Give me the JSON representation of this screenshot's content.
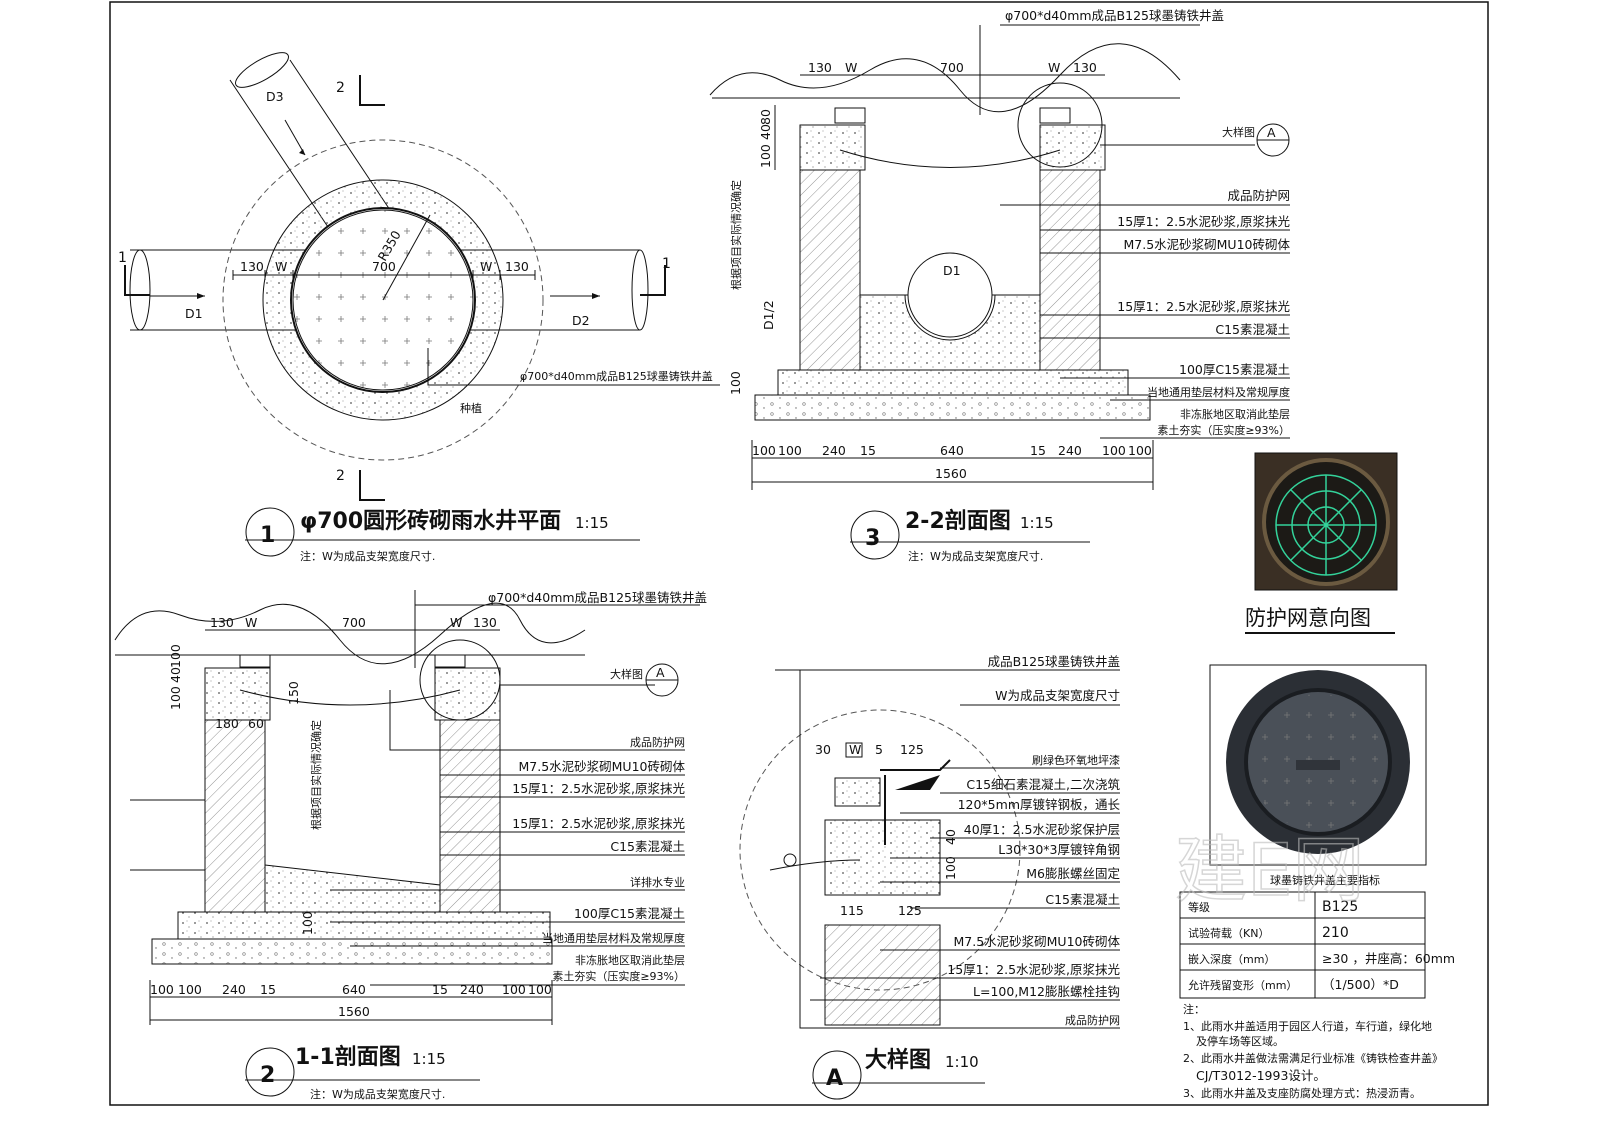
{
  "plan": {
    "title": "φ700圆形砖砌雨水井平面",
    "scale": "1:15",
    "number": "1",
    "note": "注：W为成品支架宽度尺寸.",
    "dims": [
      "130",
      "W",
      "700",
      "W",
      "130"
    ],
    "radius": "R350",
    "pipes": [
      "D1",
      "D2",
      "D3"
    ],
    "section_marks": [
      "1",
      "1",
      "2",
      "2"
    ],
    "cover_label": "φ700*d40mm成品B125球墨铸铁井盖",
    "planting": "种植"
  },
  "section22": {
    "title": "2-2剖面图",
    "scale": "1:15",
    "number": "3",
    "note": "注：W为成品支架宽度尺寸.",
    "top_label": "φ700*d40mm成品B125球墨铸铁井盖",
    "top_dims": [
      "130",
      "W",
      "700",
      "W",
      "130"
    ],
    "left_dims": [
      "100",
      "40",
      "80"
    ],
    "depth_note": "根据项目实际情况确定",
    "pipe": "D1",
    "half_pipe": "D1/2",
    "base_dim": "100",
    "detail_ref": "大样图",
    "detail_letter": "A",
    "labels": [
      "成品防护网",
      "15厚1：2.5水泥砂浆,原浆抹光",
      "M7.5水泥砂浆砌MU10砖砌体",
      "15厚1：2.5水泥砂浆,原浆抹光",
      "C15素混凝土",
      "100厚C15素混凝土",
      "当地通用垫层材料及常规厚度",
      "非冻胀地区取消此垫层",
      "素土夯实（压实度≥93%）"
    ],
    "bottom_dims": [
      "100",
      "100",
      "240",
      "15",
      "640",
      "15",
      "240",
      "100",
      "100"
    ],
    "total": "1560"
  },
  "section11": {
    "title": "1-1剖面图",
    "scale": "1:15",
    "number": "2",
    "note": "注：W为成品支架宽度尺寸.",
    "top_label": "φ700*d40mm成品B125球墨铸铁井盖",
    "top_dims": [
      "130",
      "W",
      "700",
      "W",
      "130"
    ],
    "left_dims": [
      "100",
      "40",
      "100"
    ],
    "sub_dims": [
      "180",
      "60"
    ],
    "mid_dim": "150",
    "depth_note": "根据项目实际情况确定",
    "base_dim": "100",
    "detail_ref": "大样图",
    "detail_letter": "A",
    "labels": [
      "成品防护网",
      "M7.5水泥砂浆砌MU10砖砌体",
      "15厚1：2.5水泥砂浆,原浆抹光",
      "15厚1：2.5水泥砂浆,原浆抹光",
      "C15素混凝土",
      "详排水专业",
      "100厚C15素混凝土",
      "当地通用垫层材料及常规厚度",
      "非冻胀地区取消此垫层",
      "素土夯实（压实度≥93%）"
    ],
    "bottom_dims": [
      "100",
      "100",
      "240",
      "15",
      "640",
      "15",
      "240",
      "100",
      "100"
    ],
    "total": "1560"
  },
  "detail": {
    "title": "大样图",
    "scale": "1:10",
    "letter": "A",
    "top_dims": [
      "30",
      "W",
      "5",
      "125"
    ],
    "right_dims": [
      "40",
      "100"
    ],
    "bottom_dims": [
      "115",
      "125"
    ],
    "labels": [
      "成品B125球墨铸铁井盖",
      "W为成品支架宽度尺寸",
      "刷绿色环氧地坪漆",
      "C15细石素混凝土,二次浇筑",
      "120*5mm厚镀锌钢板，通长",
      "40厚1：2.5水泥砂浆保护层",
      "L30*30*3厚镀锌角钢",
      "M6膨胀螺丝固定",
      "C15素混凝土",
      "M7.5水泥砂浆砌MU10砖砌体",
      "15厚1：2.5水泥砂浆,原浆抹光",
      "L=100,M12膨胀螺栓挂钩",
      "成品防护网"
    ]
  },
  "net_photo": {
    "caption": "防护网意向图"
  },
  "spec_table": {
    "title": "球墨铸铁井盖主要指标",
    "rows": [
      [
        "等级",
        "B125"
      ],
      [
        "试验荷载（KN）",
        "210"
      ],
      [
        "嵌入深度（mm）",
        "≥30 ，井座高：60mm"
      ],
      [
        "允许残留变形（mm）",
        "（1/500）*D"
      ]
    ]
  },
  "notes": {
    "head": "注：",
    "items": [
      "1、此雨水井盖适用于园区人行道，车行道，绿化地",
      "及停车场等区域。",
      "2、此雨水井盖做法需满足行业标准《铸铁检查井盖》",
      "CJ/T3012-1993设计。",
      "3、此雨水井盖及支座防腐处理方式：热浸沥青。"
    ]
  },
  "watermark": "建E网"
}
